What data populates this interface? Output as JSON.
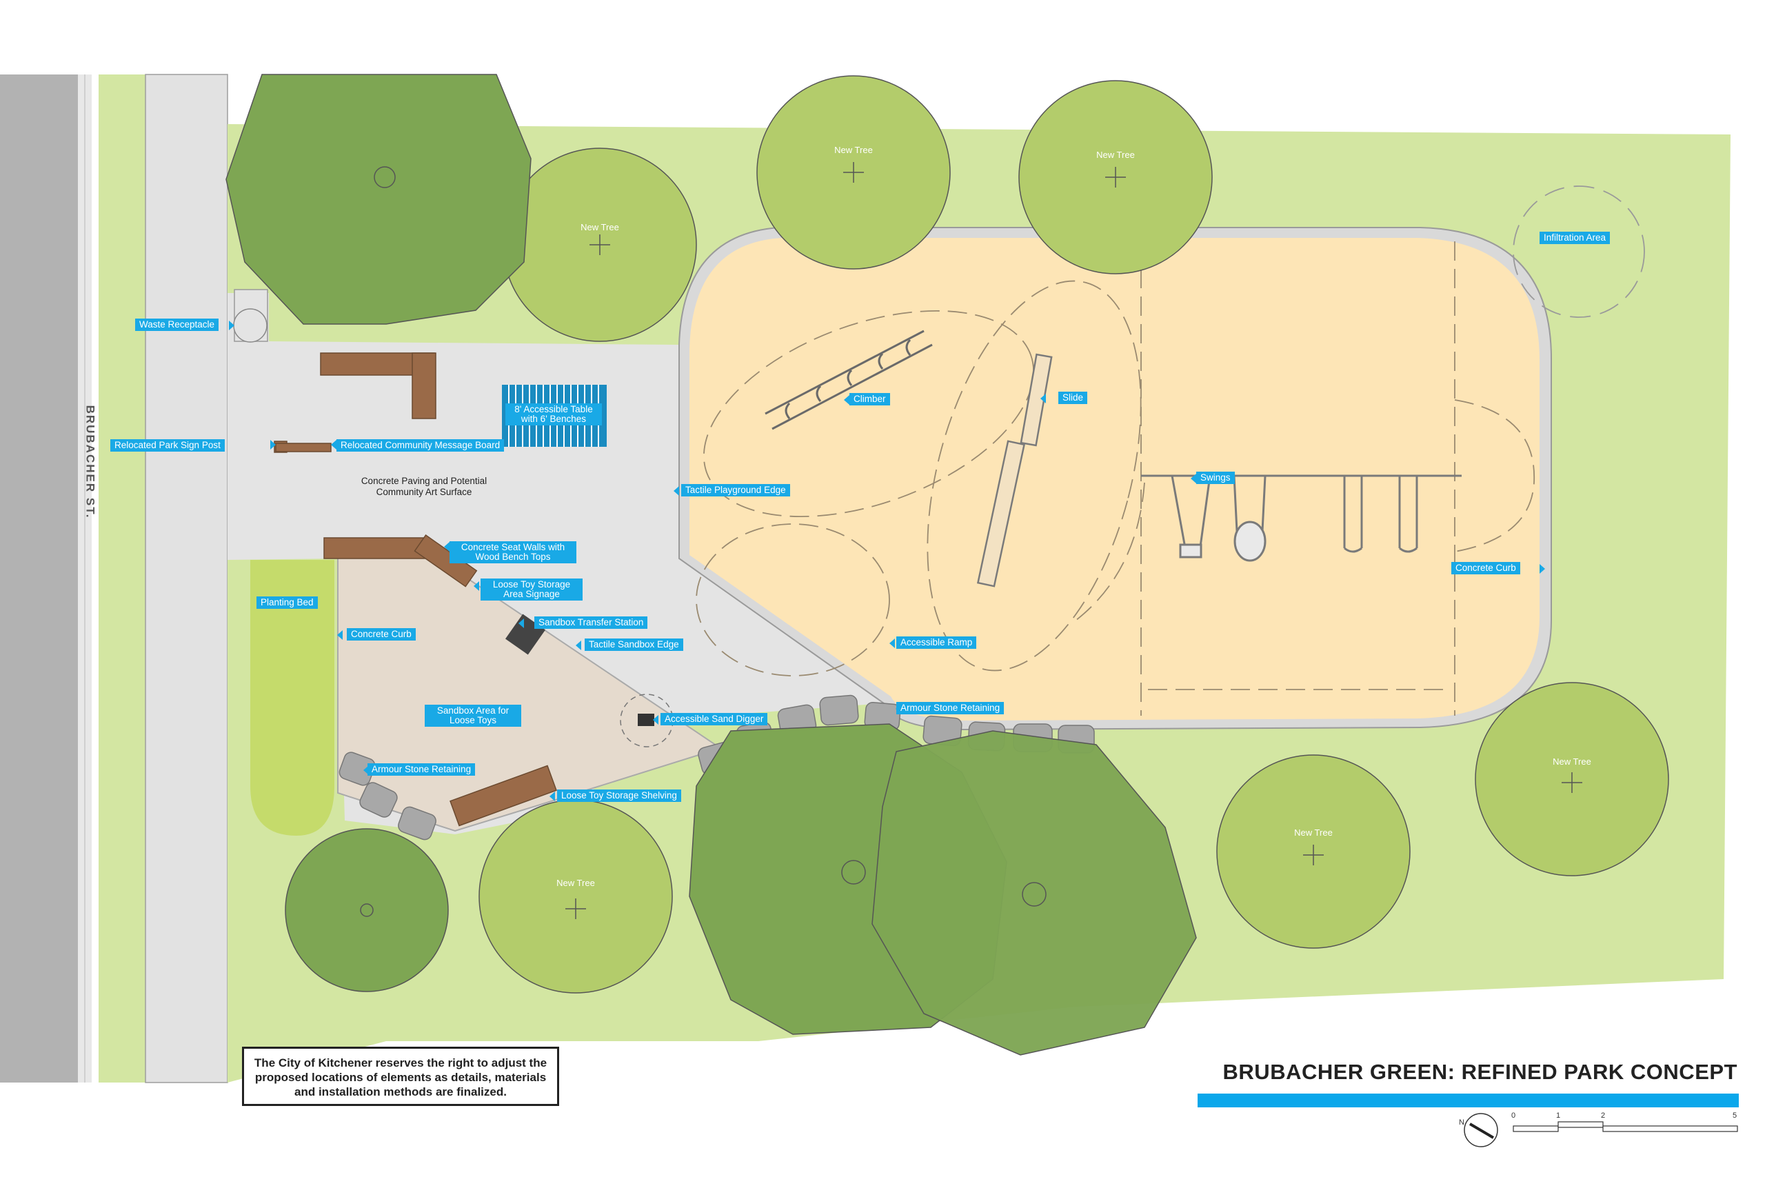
{
  "street_label": "BRUBACHER ST.",
  "title": "BRUBACHER GREEN: REFINED PARK CONCEPT",
  "notice": "The City of Kitchener reserves the right to adjust the proposed locations of elements as details, materials and installation methods are finalized.",
  "concrete_paving_label": "Concrete Paving and Potential Community Art Surface",
  "tree_label": "New Tree",
  "labels": {
    "waste_receptacle": "Waste Receptacle",
    "relocated_sign": "Relocated Park Sign Post",
    "relocated_board": "Relocated Community Message Board",
    "accessible_table": "8' Accessible Table with 6' Benches",
    "climber": "Climber",
    "slide": "Slide",
    "swings": "Swings",
    "tactile_playground": "Tactile Playground Edge",
    "concrete_curb_right": "Concrete Curb",
    "seat_walls": "Concrete Seat Walls with Wood Bench Tops",
    "loose_toy_signage": "Loose Toy Storage Area Signage",
    "sandbox_transfer": "Sandbox Transfer Station",
    "tactile_sandbox": "Tactile Sandbox Edge",
    "planting_bed": "Planting Bed",
    "concrete_curb_left": "Concrete Curb",
    "accessible_ramp": "Accessible Ramp",
    "sandbox_area": "Sandbox Area for Loose Toys",
    "sand_digger": "Accessible Sand Digger",
    "armour_right": "Armour Stone Retaining",
    "armour_left": "Armour Stone Retaining",
    "loose_toy_shelving": "Loose Toy Storage Shelving",
    "infiltration": "Infiltration Area"
  },
  "compass_label": "N",
  "scale_ticks": [
    "0",
    "1",
    "2",
    "5"
  ],
  "colors": {
    "grass": "#d3e6a2",
    "tree_light": "#b3cc6b",
    "tree_dark": "#7ea653",
    "playground": "#fde5b6",
    "sandbox": "#e5dacd",
    "paving": "#e4e4e4",
    "road": "#b2b2b2",
    "label_blue": "#19a9e6",
    "wood": "#9a6a48"
  }
}
